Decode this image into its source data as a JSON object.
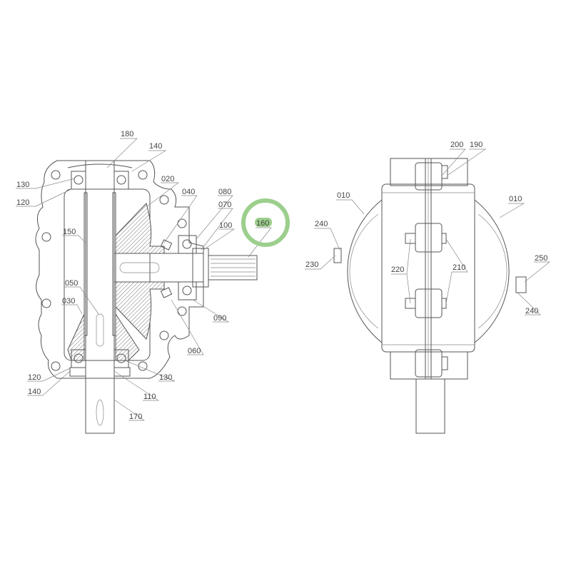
{
  "drawing": {
    "left_view_labels": [
      "180",
      "140",
      "130",
      "120",
      "020",
      "040",
      "080",
      "070",
      "100",
      "160",
      "150",
      "050",
      "030",
      "090",
      "060",
      "120",
      "140",
      "130",
      "110",
      "170"
    ],
    "right_view_labels": [
      "200",
      "190",
      "010",
      "010",
      "240",
      "230",
      "220",
      "210",
      "250",
      "240"
    ],
    "highlighted_label": "160",
    "highlight_color": "#9ccf8c"
  }
}
